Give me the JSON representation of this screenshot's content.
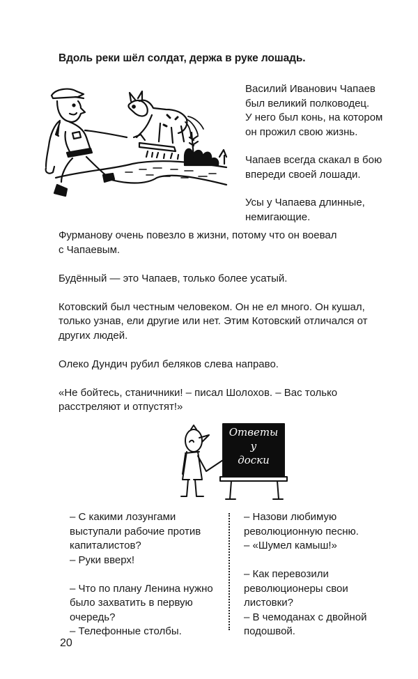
{
  "page": {
    "heading": "Вдоль реки шёл солдат, держа в руке лошадь.",
    "side_paragraphs": [
      [
        "Василий Иванович Чапаев",
        "был великий полководец.",
        "У него был конь, на котором",
        "он прожил свою жизнь."
      ],
      [
        "Чапаев всегда скакал в бою",
        "впереди своей лошади."
      ],
      [
        "Усы у Чапаева длинные,",
        "немигающие."
      ]
    ],
    "body_paragraphs": [
      [
        "Фурманову очень повезло в жизни, потому что он воевал",
        "с Чапаевым."
      ],
      [
        "Будённый — это Чапаев, только более усатый."
      ],
      [
        "Котовский был честным человеком. Он не ел много. Он кушал,",
        "только узнав, ели другие или нет. Этим Котовский отличался от",
        "других людей."
      ],
      [
        "Олеко Дундич рубил беляков слева направо."
      ],
      [
        "«Не бойтесь, станичники! – писал Шолохов. – Вас только",
        "расстреляют и отпустят!»"
      ]
    ],
    "blackboard": {
      "lines": [
        "Ответы",
        "у",
        "доски"
      ]
    },
    "qa_left": [
      [
        "– С какими лозунгами",
        "выступали рабочие против",
        "капиталистов?",
        "– Руки вверх!"
      ],
      [
        "– Что по плану Ленина нужно",
        "было захватить в первую",
        "очередь?",
        "– Телефонные столбы."
      ]
    ],
    "qa_right": [
      [
        "– Назови любимую",
        "революционную песню.",
        "– «Шумел камыш!»"
      ],
      [
        "–  Как перевозили",
        "революционеры свои",
        "листовки?",
        "– В чемоданах с двойной",
        "подошвой."
      ]
    ],
    "page_number": "20",
    "illustrations": {
      "top": "soldier-walking-with-horse-by-river",
      "middle": "teacher-pointing-at-blackboard"
    }
  }
}
